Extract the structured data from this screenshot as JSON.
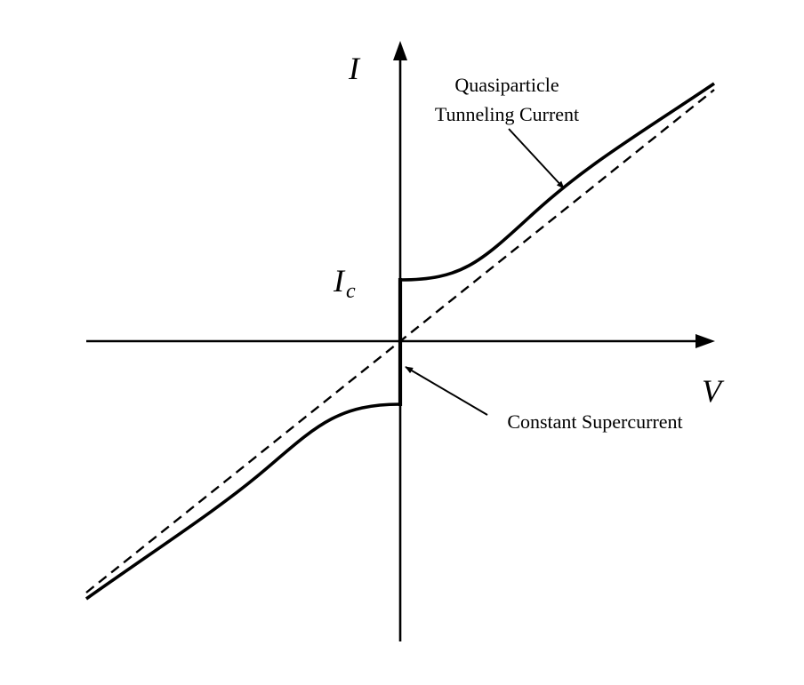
{
  "diagram": {
    "axis_labels": {
      "current": "I",
      "voltage": "V",
      "critical_current_base": "I",
      "critical_current_sub": "c"
    },
    "annotations": {
      "quasiparticle_line1": "Quasiparticle",
      "quasiparticle_line2": "Tunneling Current",
      "supercurrent": "Constant Supercurrent"
    }
  }
}
